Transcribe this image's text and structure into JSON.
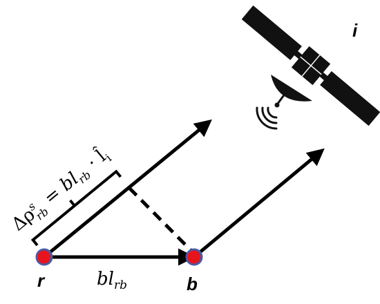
{
  "labels": {
    "satellite": "i",
    "receiver_r": "r",
    "receiver_b": "b",
    "baseline": "bl",
    "baseline_sub": "rb",
    "formula_rho": "Δρ",
    "formula_sup": "s",
    "formula_sub": "rb",
    "formula_rest": " = bl",
    "formula_rest_sub": "rb",
    "formula_dot": " · ",
    "formula_l": "l̂",
    "formula_l_sub": "i"
  },
  "colors": {
    "point_fill": "#e8141b",
    "point_stroke": "#4a5aa8",
    "ink": "#000000"
  },
  "icons": {
    "satellite": "satellite-icon",
    "signal": "signal-waves-icon"
  }
}
